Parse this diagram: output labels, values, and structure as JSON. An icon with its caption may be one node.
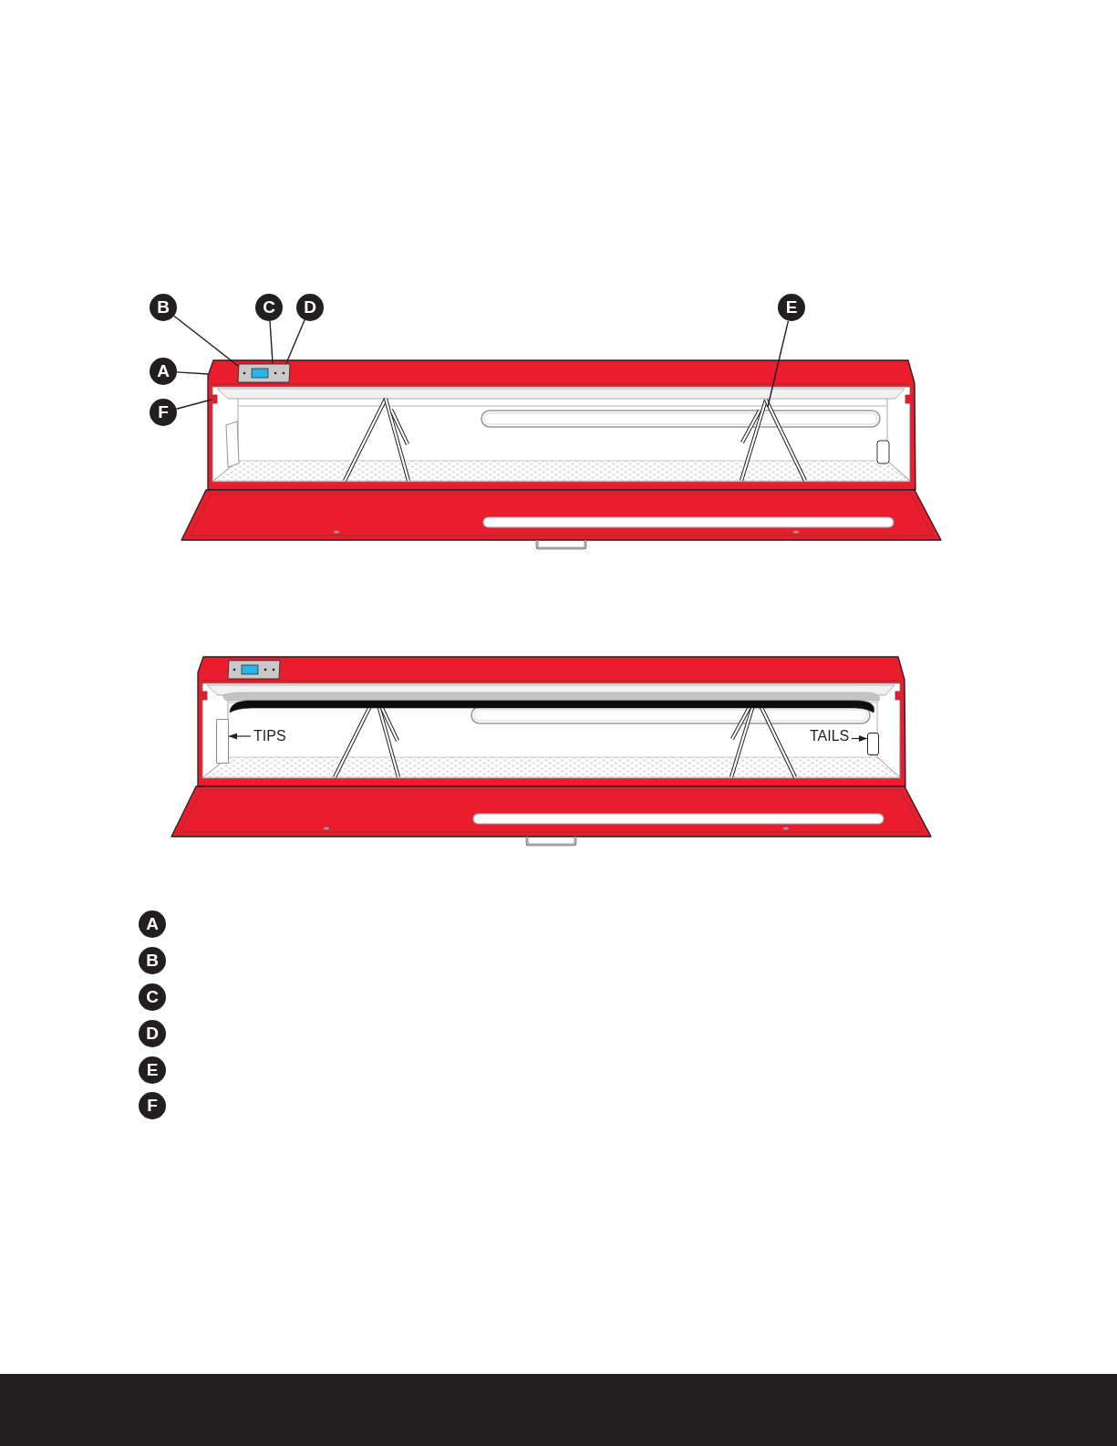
{
  "diagram": {
    "nodes": [
      {
        "text": [
          "B"
        ]
      },
      {
        "text": [
          "C"
        ]
      },
      {
        "text": [
          "D"
        ]
      },
      {
        "text": [
          "E"
        ]
      },
      {
        "text": [
          "A"
        ]
      },
      {
        "text": [
          "F"
        ]
      },
      {
        "text": [],
        "shape": "picture"
      },
      {
        "text": [],
        "shape": "box"
      },
      {
        "text": [
          "TIPS"
        ]
      },
      {
        "text": [
          "TAILS"
        ]
      },
      {
        "text": [],
        "shape": "box"
      },
      {
        "text": [
          "A"
        ]
      },
      {
        "text": [
          "B"
        ]
      },
      {
        "text": [
          "C"
        ]
      },
      {
        "text": [
          "D"
        ]
      },
      {
        "text": [
          "E"
        ]
      },
      {
        "text": [
          "F"
        ]
      }
    ],
    "edges": [
      {
        "from": 0,
        "to": 6,
        "arrow": "none"
      },
      {
        "from": 1,
        "to": 6,
        "arrow": "none"
      },
      {
        "from": 2,
        "to": 6,
        "arrow": "none"
      },
      {
        "from": 3,
        "to": 6,
        "arrow": "none"
      },
      {
        "from": 4,
        "to": 6,
        "arrow": "none"
      },
      {
        "from": 5,
        "to": 6,
        "arrow": "none"
      },
      {
        "from": 8,
        "to": 7,
        "arrow": "to"
      },
      {
        "from": 9,
        "to": 10,
        "arrow": "to"
      }
    ]
  }
}
